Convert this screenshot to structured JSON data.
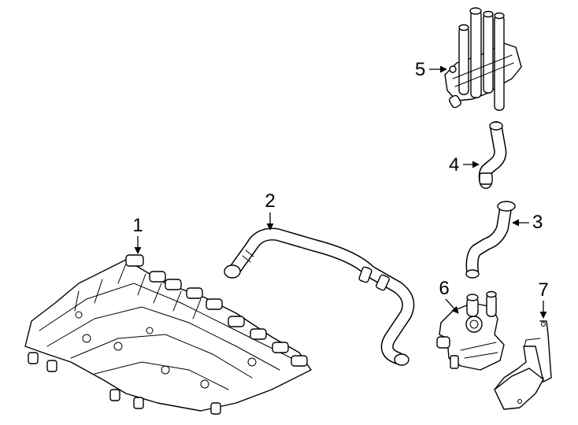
{
  "callouts": [
    {
      "number": "1",
      "part": "intake-manifold"
    },
    {
      "number": "2",
      "part": "coolant-hose-long"
    },
    {
      "number": "3",
      "part": "coolant-hose-bent"
    },
    {
      "number": "4",
      "part": "coolant-hose-short"
    },
    {
      "number": "5",
      "part": "coolant-distribution-housing"
    },
    {
      "number": "6",
      "part": "auxiliary-water-pump"
    },
    {
      "number": "7",
      "part": "pump-bracket"
    }
  ]
}
